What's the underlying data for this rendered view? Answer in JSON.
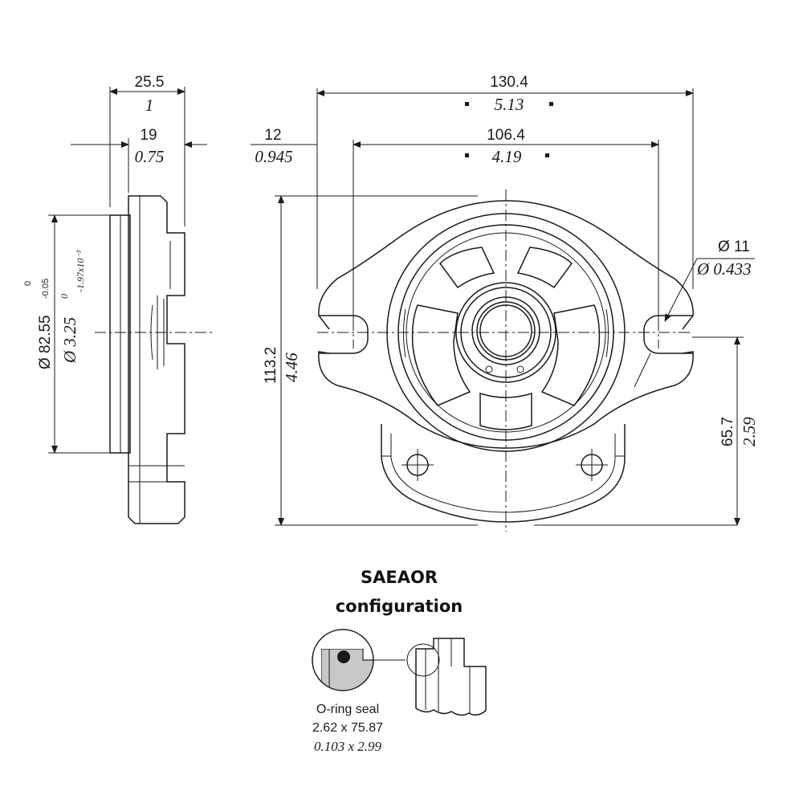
{
  "dimensions": {
    "side_width_mm": "25.5",
    "side_width_in": "1",
    "side_step_mm": "19",
    "side_step_in": "0.75",
    "pilot_dia_mm": "Ø 82.55",
    "pilot_dia_in": "Ø 3.25",
    "pilot_tol_mm_upper": "0",
    "pilot_tol_mm_lower": "-0.05",
    "pilot_tol_in_upper": "0",
    "pilot_tol_in_lower": "-1.97x10⁻³",
    "overall_width_mm": "130.4",
    "overall_width_in": "5.13",
    "bolt_spacing_mm": "106.4",
    "bolt_spacing_in": "4.19",
    "slot_width_mm": "12",
    "slot_width_in": "0.945",
    "hole_dia_mm": "Ø 11",
    "hole_dia_in": "Ø 0.433",
    "overall_height_mm": "113.2",
    "overall_height_in": "4.46",
    "center_height_mm": "65.7",
    "center_height_in": "2.59"
  },
  "detail": {
    "title_line1": "SAEAOR",
    "title_line2": "configuration",
    "seal_label": "O-ring seal",
    "seal_size_mm": "2.62 x 75.87",
    "seal_size_in": "0.103 x 2.99"
  },
  "colors": {
    "line": "#1a1a1a",
    "seal_fill": "#c8c8c8"
  }
}
